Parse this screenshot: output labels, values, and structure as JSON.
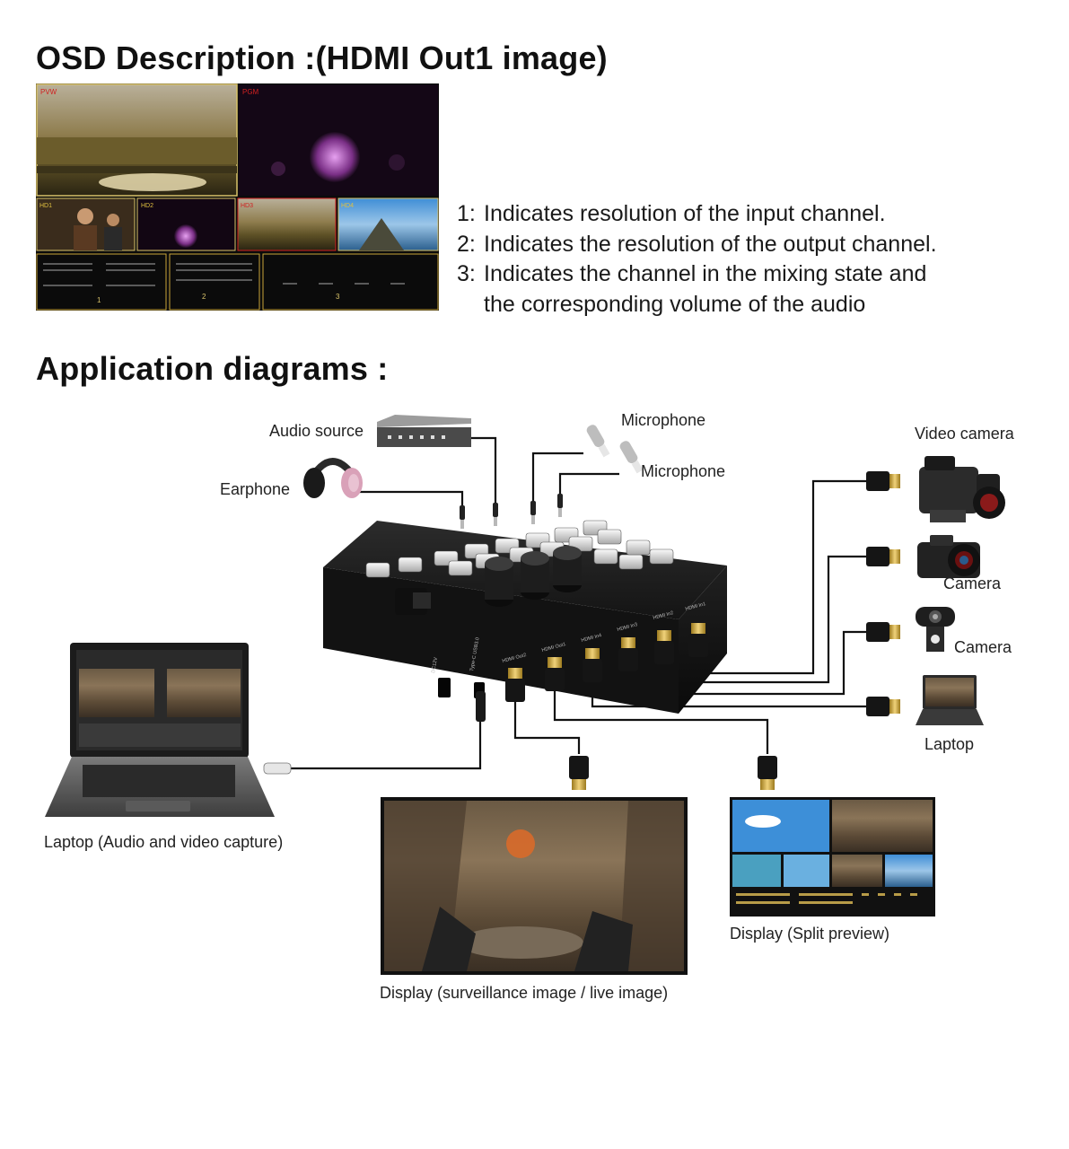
{
  "osd": {
    "title": "OSD Description :(HDMI Out1 image)",
    "panel": {
      "pvw": "PVW",
      "pgm": "PGM",
      "hd1": "HD1",
      "hd2": "HD2",
      "hd3": "HD3",
      "hd4": "HD4",
      "box1": "1",
      "box2": "2",
      "box3": "3"
    },
    "items": [
      {
        "num": "1:",
        "text": "Indicates resolution of the input channel."
      },
      {
        "num": "2:",
        "text": "Indicates the resolution of the output channel."
      },
      {
        "num": "3:",
        "text": "Indicates the channel in the mixing state and"
      },
      {
        "num": "",
        "text": "the corresponding volume of the audio"
      }
    ]
  },
  "diagram": {
    "title": "Application diagrams :",
    "labels": {
      "audio_source": "Audio source",
      "earphone": "Earphone",
      "microphone_1": "Microphone",
      "microphone_2": "Microphone",
      "video_camera": "Video camera",
      "camera_1": "Camera",
      "camera_2": "Camera",
      "laptop_input": "Laptop",
      "laptop_capture": "Laptop (Audio and video capture)",
      "display_live": "Display (surveillance image / live image)",
      "display_split": "Display (Split preview)"
    },
    "ports": [
      "DC12V",
      "Type-C USB3.0",
      "HDMI Out2",
      "HDMI Out1",
      "HDMI In4",
      "HDMI In3",
      "HDMI In2",
      "HDMI In1"
    ]
  },
  "colors": {
    "device": "#1c1c1c",
    "cable": "#111111",
    "connector_gold": "#c9a43a",
    "osd_label_red": "#d02020",
    "osd_label_yellow": "#e0c040"
  }
}
